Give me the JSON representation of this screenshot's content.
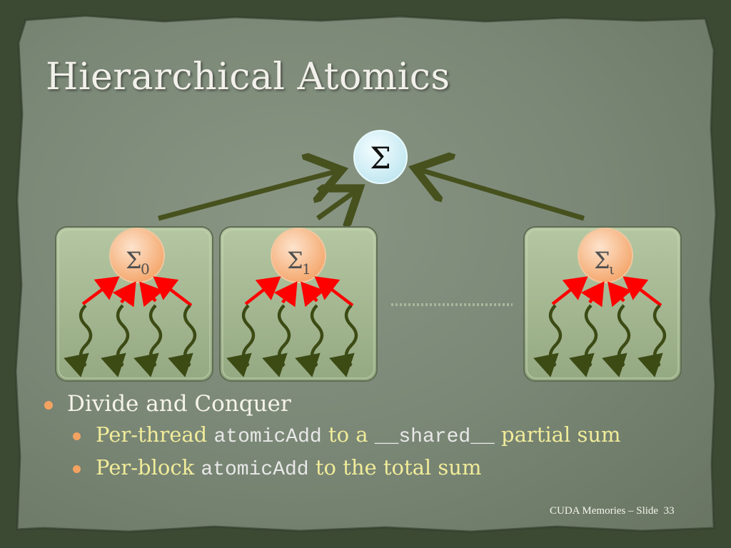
{
  "title": "Hierarchical Atomics",
  "diagram": {
    "total_node": "Σ",
    "blocks": [
      {
        "symbol": "Σ",
        "sub": "0"
      },
      {
        "symbol": "Σ",
        "sub": "1"
      },
      {
        "symbol": "Σ",
        "sub": "ι"
      }
    ],
    "colors": {
      "block_fill": "#9fb38c",
      "block_border": "#5f6d54",
      "partial_node": "#f7b98a",
      "total_node": "#d7f3f8",
      "red_arrow": "#ff0000",
      "green_arrow": "#46511e"
    }
  },
  "bullets": {
    "level1": "Divide and Conquer",
    "item1": {
      "pre": "Per-thread ",
      "code1": "atomicAdd",
      "mid": " to a ",
      "code2": "__shared__",
      "post": " partial sum"
    },
    "item2": {
      "pre": "Per-block ",
      "code1": "atomicAdd",
      "post": " to the total sum"
    }
  },
  "footer": {
    "text": "CUDA Memories – Slide",
    "page": "33"
  }
}
